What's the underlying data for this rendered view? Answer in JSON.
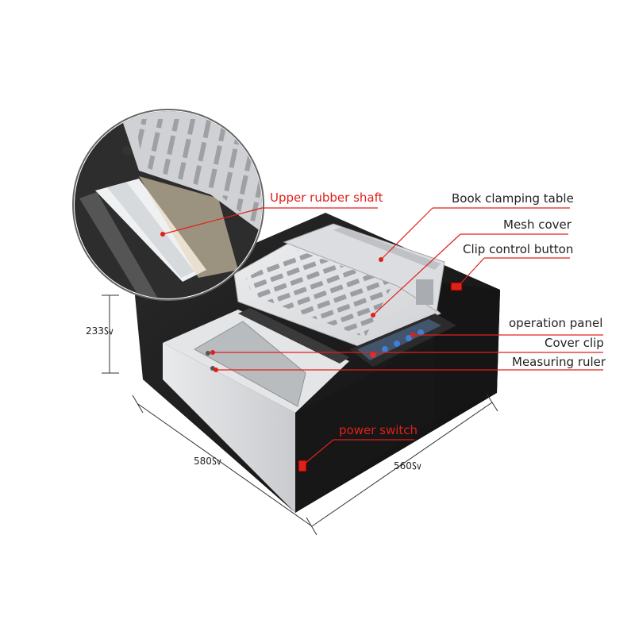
{
  "callouts": {
    "upper_rubber_shaft": "Upper rubber shaft",
    "book_clamping_table": "Book clamping table",
    "mesh_cover": "Mesh cover",
    "clip_control_button": "Clip control button",
    "operation_panel": "operation panel",
    "cover_clip": "Cover clip",
    "measuring_ruler": "Measuring ruler",
    "power_switch": "power switch"
  },
  "dimensions": {
    "height": "233㏜",
    "width": "580㏜",
    "depth": "560㏜"
  },
  "colors": {
    "callout_line": "#e0201a",
    "machine_body": "#1c1c1c",
    "panel_grey": "#d9dadc",
    "tray_metal": "#b9bcbf",
    "indicator_red": "#e0201a",
    "panel_button_blue": "#3d7fd9"
  }
}
